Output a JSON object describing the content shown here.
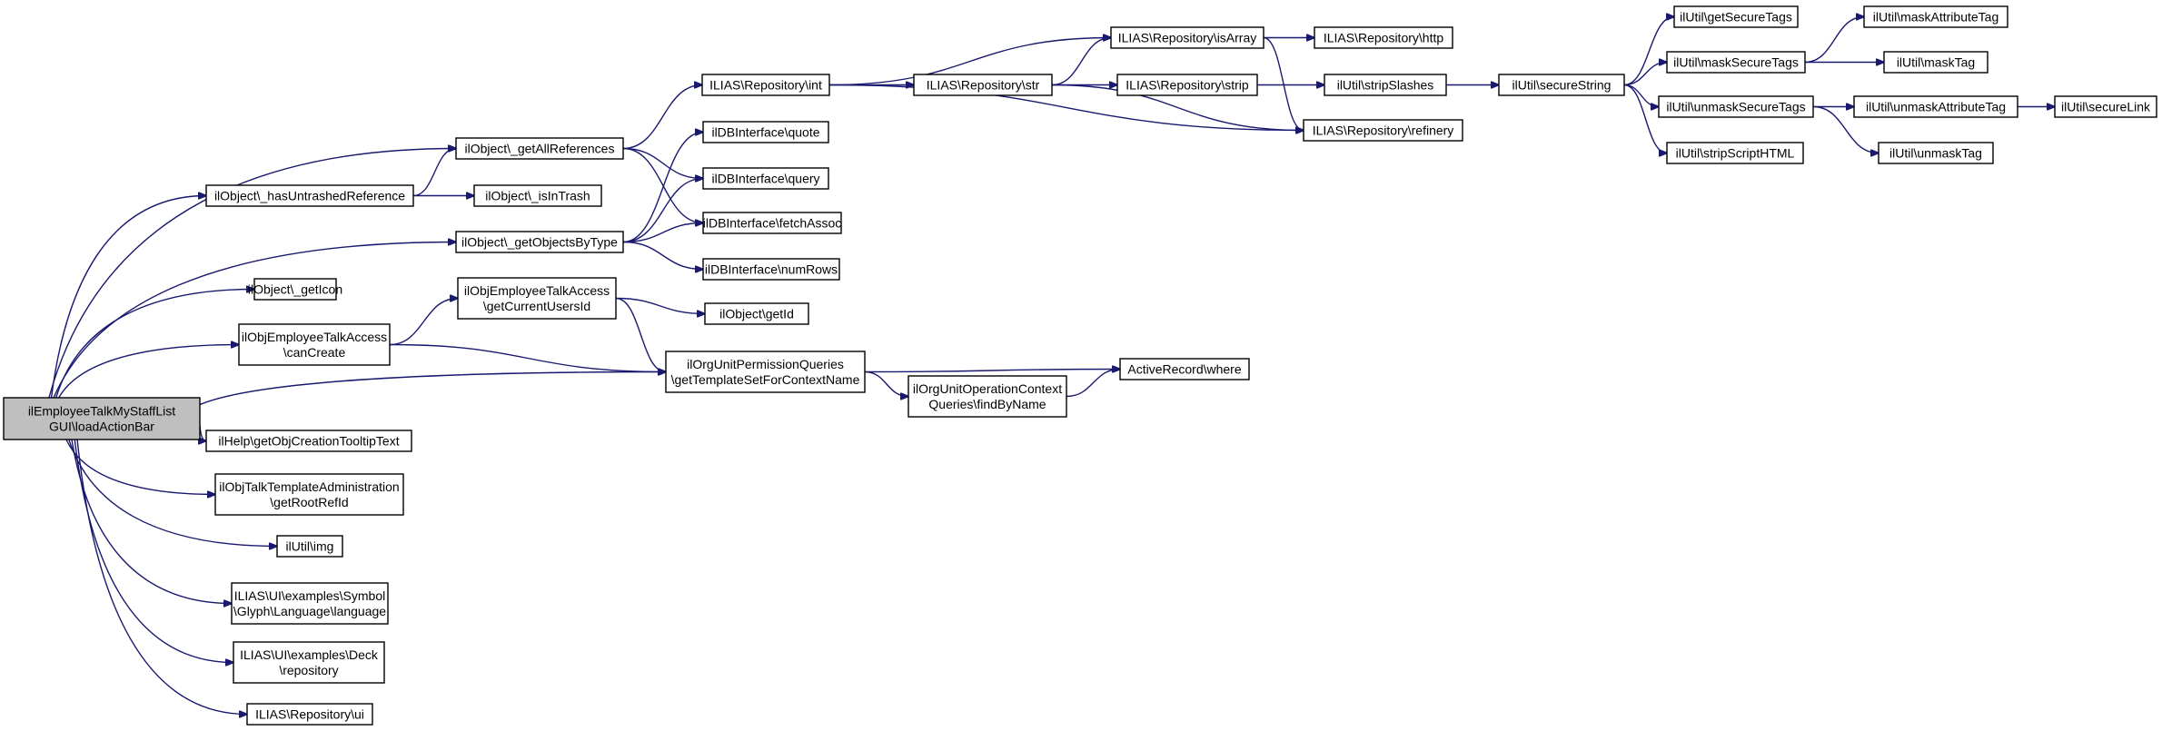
{
  "colors": {
    "edge": "#191970",
    "root_fill": "#bfbfbf",
    "node_fill": "#ffffff",
    "border": "#000000"
  },
  "nodes": [
    {
      "id": "root",
      "lines": [
        "ilEmployeeTalkMyStaffList",
        "GUI\\loadActionBar"
      ],
      "root": true
    },
    {
      "id": "getAllReferences",
      "lines": [
        "ilObject\\_getAllReferences"
      ]
    },
    {
      "id": "hasUntrashed",
      "lines": [
        "ilObject\\_hasUntrashedReference"
      ]
    },
    {
      "id": "getObjectsByType",
      "lines": [
        "ilObject\\_getObjectsByType"
      ]
    },
    {
      "id": "getIcon",
      "lines": [
        "ilObject\\_getIcon"
      ]
    },
    {
      "id": "canCreate",
      "lines": [
        "ilObjEmployeeTalkAccess",
        "\\canCreate"
      ]
    },
    {
      "id": "tooltip",
      "lines": [
        "ilHelp\\getObjCreationTooltipText"
      ]
    },
    {
      "id": "tplAdmin",
      "lines": [
        "ilObjTalkTemplateAdministration",
        "\\getRootRefId"
      ]
    },
    {
      "id": "img",
      "lines": [
        "ilUtil\\img"
      ]
    },
    {
      "id": "glyph",
      "lines": [
        "ILIAS\\UI\\examples\\Symbol",
        "\\Glyph\\Language\\language"
      ]
    },
    {
      "id": "deck",
      "lines": [
        "ILIAS\\UI\\examples\\Deck",
        "\\repository"
      ]
    },
    {
      "id": "repoUi",
      "lines": [
        "ILIAS\\Repository\\ui"
      ]
    },
    {
      "id": "isInTrash",
      "lines": [
        "ilObject\\_isInTrash"
      ]
    },
    {
      "id": "repoInt",
      "lines": [
        "ILIAS\\Repository\\int"
      ]
    },
    {
      "id": "quote",
      "lines": [
        "ilDBInterface\\quote"
      ]
    },
    {
      "id": "query",
      "lines": [
        "ilDBInterface\\query"
      ]
    },
    {
      "id": "fetchAssoc",
      "lines": [
        "ilDBInterface\\fetchAssoc"
      ]
    },
    {
      "id": "numRows",
      "lines": [
        "ilDBInterface\\numRows"
      ]
    },
    {
      "id": "getCurrentUsersId",
      "lines": [
        "ilObjEmployeeTalkAccess",
        "\\getCurrentUsersId"
      ]
    },
    {
      "id": "getId",
      "lines": [
        "ilObject\\getId"
      ]
    },
    {
      "id": "getTemplateSet",
      "lines": [
        "ilOrgUnitPermissionQueries",
        "\\getTemplateSetForContextName"
      ]
    },
    {
      "id": "findByName",
      "lines": [
        "ilOrgUnitOperationContext",
        "Queries\\findByName"
      ]
    },
    {
      "id": "arWhere",
      "lines": [
        "ActiveRecord\\where"
      ]
    },
    {
      "id": "repoStr",
      "lines": [
        "ILIAS\\Repository\\str"
      ]
    },
    {
      "id": "isArray",
      "lines": [
        "ILIAS\\Repository\\isArray"
      ]
    },
    {
      "id": "http",
      "lines": [
        "ILIAS\\Repository\\http"
      ]
    },
    {
      "id": "repoStrip",
      "lines": [
        "ILIAS\\Repository\\strip"
      ]
    },
    {
      "id": "stripSlashes",
      "lines": [
        "ilUtil\\stripSlashes"
      ]
    },
    {
      "id": "refinery",
      "lines": [
        "ILIAS\\Repository\\refinery"
      ]
    },
    {
      "id": "secureString",
      "lines": [
        "ilUtil\\secureString"
      ]
    },
    {
      "id": "getSecureTags",
      "lines": [
        "ilUtil\\getSecureTags"
      ]
    },
    {
      "id": "maskSecureTags",
      "lines": [
        "ilUtil\\maskSecureTags"
      ]
    },
    {
      "id": "unmaskSecureTags",
      "lines": [
        "ilUtil\\unmaskSecureTags"
      ]
    },
    {
      "id": "stripScriptHTML",
      "lines": [
        "ilUtil\\stripScriptHTML"
      ]
    },
    {
      "id": "maskAttributeTag",
      "lines": [
        "ilUtil\\maskAttributeTag"
      ]
    },
    {
      "id": "maskTag",
      "lines": [
        "ilUtil\\maskTag"
      ]
    },
    {
      "id": "unmaskAttributeTag",
      "lines": [
        "ilUtil\\unmaskAttributeTag"
      ]
    },
    {
      "id": "unmaskTag",
      "lines": [
        "ilUtil\\unmaskTag"
      ]
    },
    {
      "id": "secureLink",
      "lines": [
        "ilUtil\\secureLink"
      ]
    }
  ],
  "edges": [
    [
      "root",
      "getAllReferences"
    ],
    [
      "root",
      "hasUntrashed"
    ],
    [
      "root",
      "getObjectsByType"
    ],
    [
      "root",
      "getIcon"
    ],
    [
      "root",
      "canCreate"
    ],
    [
      "root",
      "getTemplateSet"
    ],
    [
      "root",
      "tooltip"
    ],
    [
      "root",
      "tplAdmin"
    ],
    [
      "root",
      "img"
    ],
    [
      "root",
      "glyph"
    ],
    [
      "root",
      "deck"
    ],
    [
      "root",
      "repoUi"
    ],
    [
      "getAllReferences",
      "repoInt"
    ],
    [
      "getAllReferences",
      "query"
    ],
    [
      "getAllReferences",
      "fetchAssoc"
    ],
    [
      "hasUntrashed",
      "getAllReferences"
    ],
    [
      "hasUntrashed",
      "isInTrash"
    ],
    [
      "getObjectsByType",
      "quote"
    ],
    [
      "getObjectsByType",
      "query"
    ],
    [
      "getObjectsByType",
      "fetchAssoc"
    ],
    [
      "getObjectsByType",
      "numRows"
    ],
    [
      "canCreate",
      "getCurrentUsersId"
    ],
    [
      "canCreate",
      "getTemplateSet"
    ],
    [
      "getCurrentUsersId",
      "getId"
    ],
    [
      "getCurrentUsersId",
      "getTemplateSet"
    ],
    [
      "getTemplateSet",
      "arWhere"
    ],
    [
      "getTemplateSet",
      "findByName"
    ],
    [
      "findByName",
      "arWhere"
    ],
    [
      "repoInt",
      "isArray"
    ],
    [
      "repoInt",
      "repoStr"
    ],
    [
      "repoInt",
      "refinery"
    ],
    [
      "repoStr",
      "isArray"
    ],
    [
      "repoStr",
      "repoStrip"
    ],
    [
      "repoStr",
      "refinery"
    ],
    [
      "isArray",
      "http"
    ],
    [
      "isArray",
      "refinery"
    ],
    [
      "repoStrip",
      "stripSlashes"
    ],
    [
      "stripSlashes",
      "secureString"
    ],
    [
      "secureString",
      "getSecureTags"
    ],
    [
      "secureString",
      "maskSecureTags"
    ],
    [
      "secureString",
      "unmaskSecureTags"
    ],
    [
      "secureString",
      "stripScriptHTML"
    ],
    [
      "maskSecureTags",
      "maskAttributeTag"
    ],
    [
      "maskSecureTags",
      "maskTag"
    ],
    [
      "unmaskSecureTags",
      "unmaskAttributeTag"
    ],
    [
      "unmaskSecureTags",
      "unmaskTag"
    ],
    [
      "unmaskAttributeTag",
      "secureLink"
    ]
  ]
}
